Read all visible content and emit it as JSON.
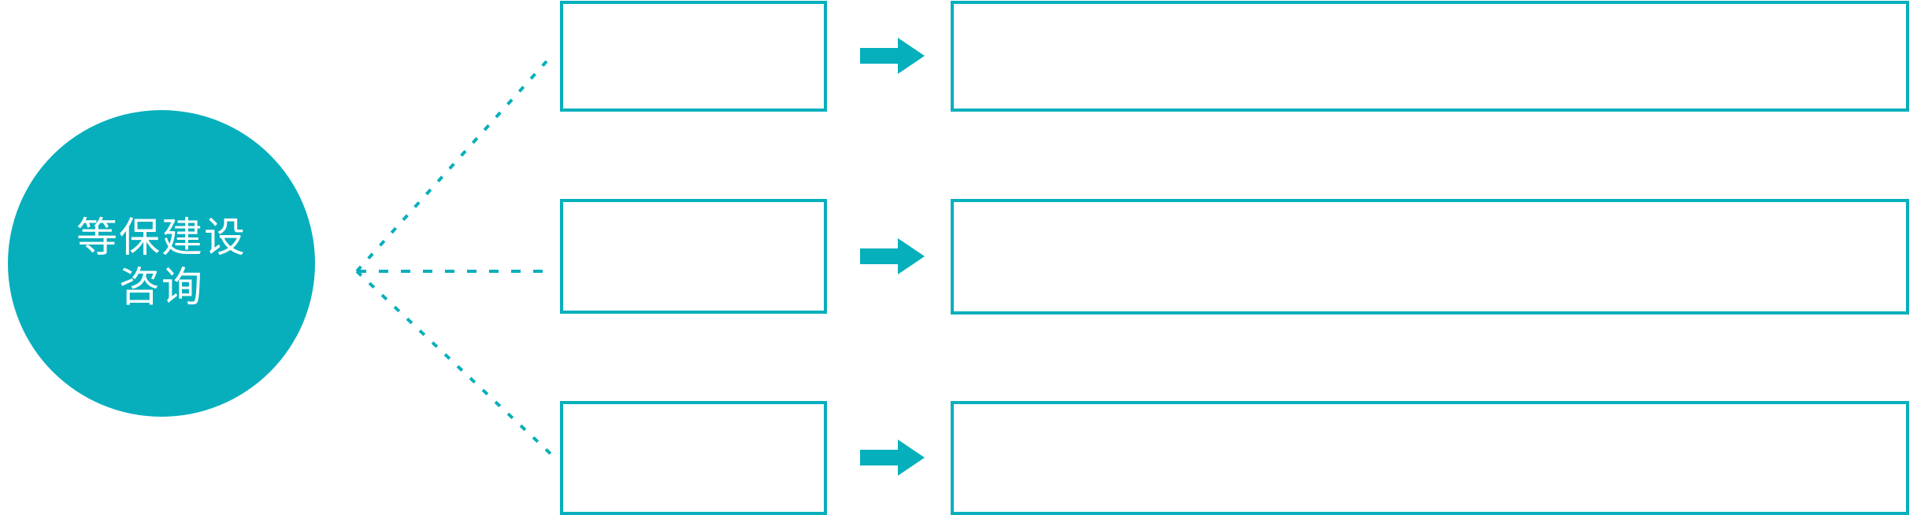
{
  "diagram": {
    "type": "hub-and-spoke-process",
    "accent_color": "#06AFBC",
    "hub_text_color": "#FFFFFF",
    "background_color": "#FFFFFF",
    "connector_style": "dotted"
  },
  "hub": {
    "name": "等保建设咨询",
    "line1": "等保建设",
    "line2": "咨询"
  },
  "rows": [
    {
      "stage_label": "",
      "detail_label": "",
      "arrow_icon": "arrow-right-icon"
    },
    {
      "stage_label": "",
      "detail_label": "",
      "arrow_icon": "arrow-right-icon"
    },
    {
      "stage_label": "",
      "detail_label": "",
      "arrow_icon": "arrow-right-icon"
    }
  ]
}
